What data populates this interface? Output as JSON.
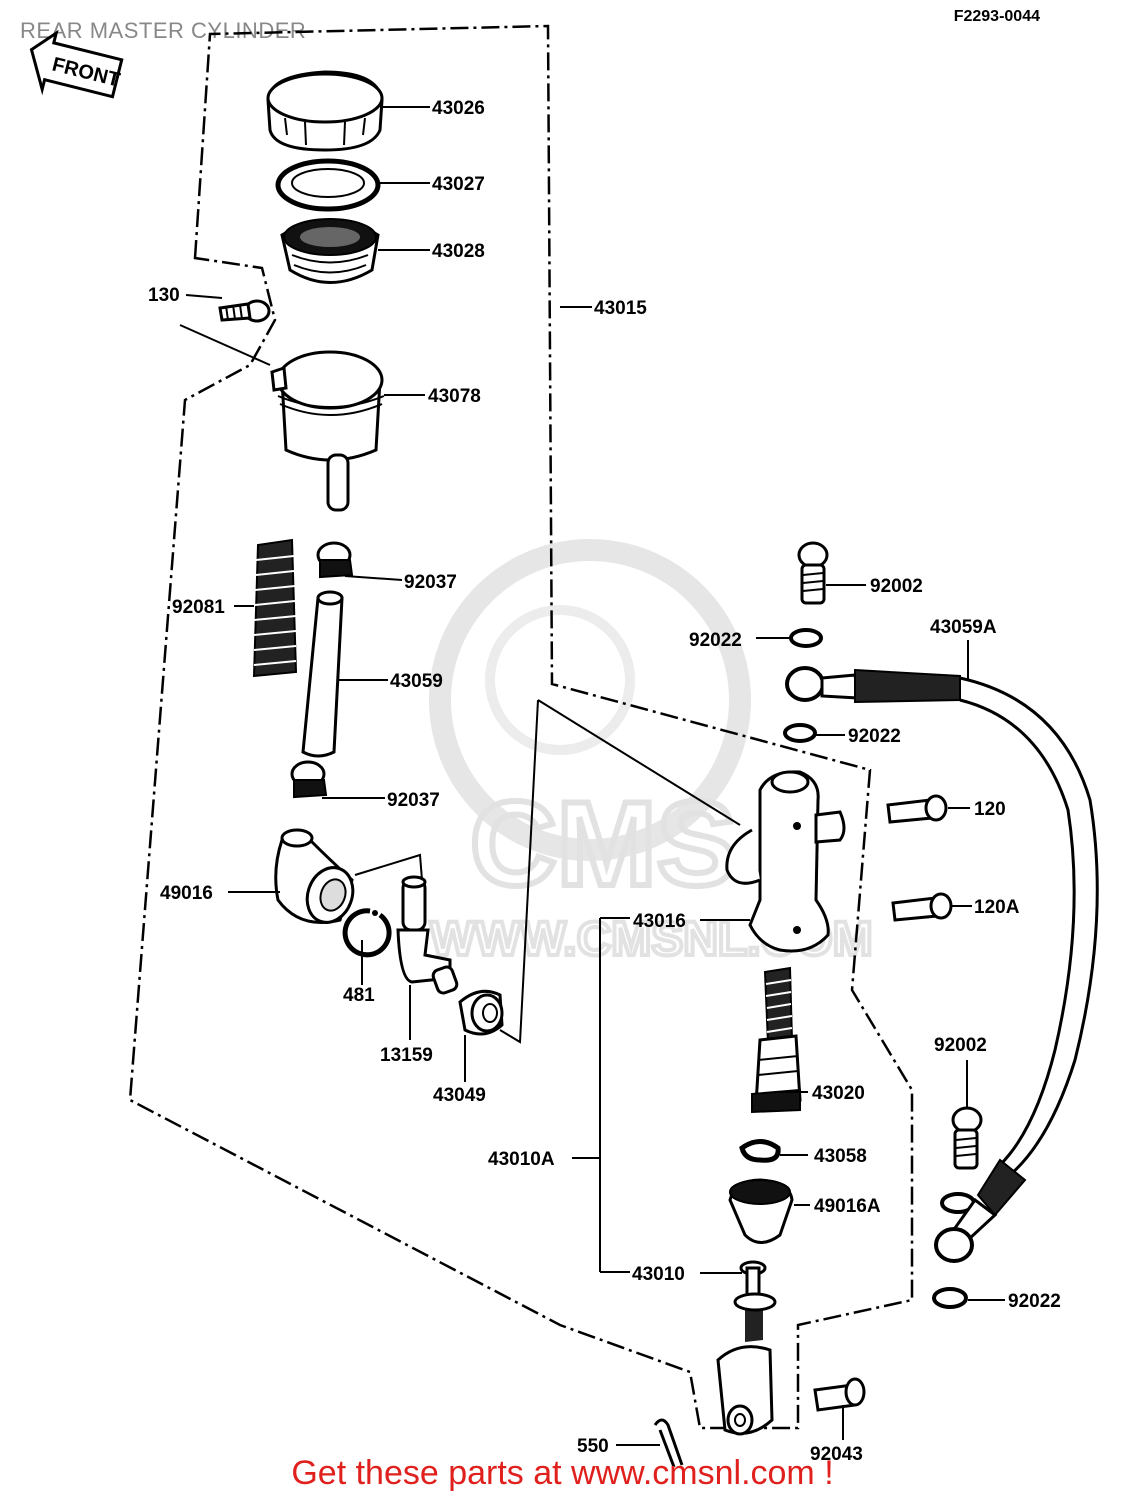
{
  "diagram": {
    "title": "REAR MASTER CYLINDER",
    "figure_code": "F2293-0044",
    "front_label": "FRONT",
    "watermark": {
      "main": "CMS",
      "url": "WWW.CMSNL.COM"
    },
    "footer": "Get these parts at www.cmsnl.com !",
    "parts": [
      {
        "id": "p43026",
        "label": "43026"
      },
      {
        "id": "p43027",
        "label": "43027"
      },
      {
        "id": "p43028",
        "label": "43028"
      },
      {
        "id": "p130",
        "label": "130"
      },
      {
        "id": "p43015",
        "label": "43015"
      },
      {
        "id": "p43078",
        "label": "43078"
      },
      {
        "id": "p92037a",
        "label": "92037"
      },
      {
        "id": "p92081",
        "label": "92081"
      },
      {
        "id": "p43059",
        "label": "43059"
      },
      {
        "id": "p92037b",
        "label": "92037"
      },
      {
        "id": "p49016",
        "label": "49016"
      },
      {
        "id": "p481",
        "label": "481"
      },
      {
        "id": "p13159",
        "label": "13159"
      },
      {
        "id": "p43049",
        "label": "43049"
      },
      {
        "id": "p92002a",
        "label": "92002"
      },
      {
        "id": "p92022a",
        "label": "92022"
      },
      {
        "id": "p43059A",
        "label": "43059A"
      },
      {
        "id": "p92022b",
        "label": "92022"
      },
      {
        "id": "p120",
        "label": "120"
      },
      {
        "id": "p120A",
        "label": "120A"
      },
      {
        "id": "p43016",
        "label": "43016"
      },
      {
        "id": "p43020",
        "label": "43020"
      },
      {
        "id": "p92002b",
        "label": "92002"
      },
      {
        "id": "p43010A",
        "label": "43010A"
      },
      {
        "id": "p43058",
        "label": "43058"
      },
      {
        "id": "p49016A",
        "label": "49016A"
      },
      {
        "id": "p43010",
        "label": "43010"
      },
      {
        "id": "p92022c",
        "label": "92022"
      },
      {
        "id": "p550",
        "label": "550"
      },
      {
        "id": "p92043",
        "label": "92043"
      }
    ]
  }
}
